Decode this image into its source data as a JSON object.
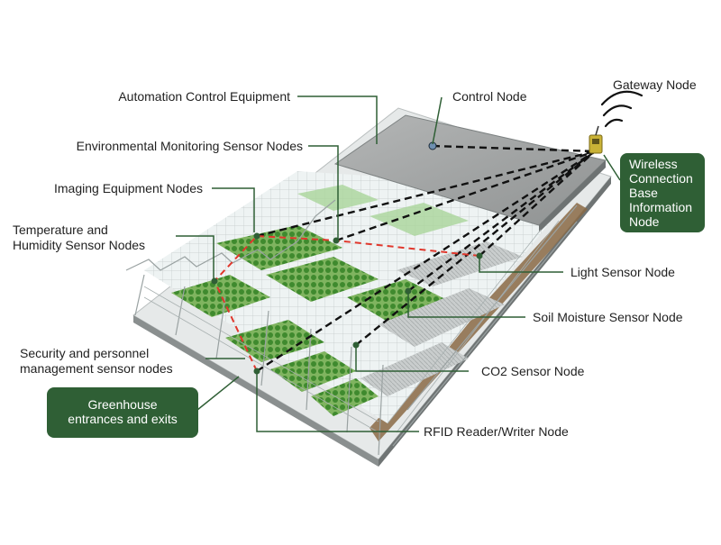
{
  "labels": {
    "gateway_node": "Gateway Node",
    "automation_control_equipment": "Automation Control Equipment",
    "control_node": "Control Node",
    "environmental_monitoring": "Environmental Monitoring Sensor Nodes",
    "imaging_equipment": "Imaging Equipment Nodes",
    "temp_humidity_line1": "Temperature and",
    "temp_humidity_line2": "Humidity Sensor Nodes",
    "light_sensor": "Light Sensor Node",
    "soil_moisture": "Soil Moisture Sensor Node",
    "security_line1": "Security and personnel",
    "security_line2": "management sensor nodes",
    "co2_sensor": "CO2 Sensor Node",
    "rfid": "RFID Reader/Writer Node"
  },
  "wireless_box": [
    "Wireless",
    "Connection",
    "Base",
    "Information",
    "Node"
  ],
  "entrance_box": [
    "Greenhouse",
    "entrances and exits"
  ],
  "colors": {
    "leader": "#2f5f35",
    "box_fill": "#2f5f35",
    "wireless_link": "#111111",
    "wired_link": "#e0372c",
    "roof": "#a3a5a5",
    "plants": "#4f9b3a",
    "soil": "#8a6a45"
  }
}
